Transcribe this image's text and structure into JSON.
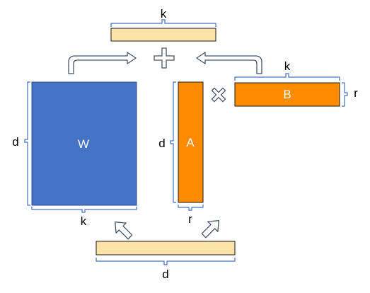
{
  "colors": {
    "w_fill": "#4472C4",
    "w_stroke": "#2F528F",
    "lora_fill": "#FF8C00",
    "lora_stroke": "#1a1a1a",
    "vector_fill": "#FCE4A8",
    "vector_stroke": "#1a1a1a",
    "brace": "#4472C4",
    "arrow_stroke": "#44546A"
  },
  "icons": {
    "plus": "plus-icon",
    "multiply": "multiply-icon",
    "arrows": [
      "bent-arrow-right-icon",
      "bent-arrow-left-icon",
      "up-right-arrow-icon"
    ]
  },
  "output_vector": {
    "dim_label": "k"
  },
  "input_vector": {
    "dim_label": "d"
  },
  "matrix_w": {
    "label": "W",
    "rows_label": "d",
    "cols_label": "k"
  },
  "matrix_a": {
    "label": "A",
    "rows_label": "d",
    "cols_label": "r"
  },
  "matrix_b": {
    "label": "B",
    "rows_label": "r",
    "cols_label": "k"
  }
}
